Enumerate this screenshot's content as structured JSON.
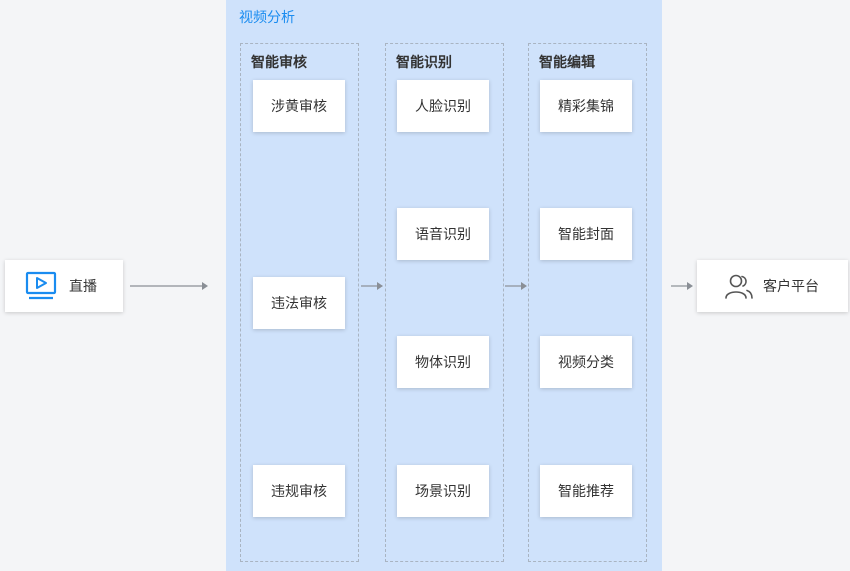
{
  "source": {
    "label": "直播",
    "icon": "video-play-icon"
  },
  "analysis": {
    "title": "视频分析",
    "groups": [
      {
        "title": "智能审核",
        "items": [
          "涉黄审核",
          "违法审核",
          "违规审核"
        ]
      },
      {
        "title": "智能识别",
        "items": [
          "人脸识别",
          "语音识别",
          "物体识别",
          "场景识别"
        ]
      },
      {
        "title": "智能编辑",
        "items": [
          "精彩集锦",
          "智能封面",
          "视频分类",
          "智能推荐"
        ]
      }
    ]
  },
  "target": {
    "label": "客户平台",
    "icon": "users-icon"
  },
  "colors": {
    "panel": "#cfe2fb",
    "accent": "#1a8cf0",
    "arrow": "#8a8f96"
  }
}
